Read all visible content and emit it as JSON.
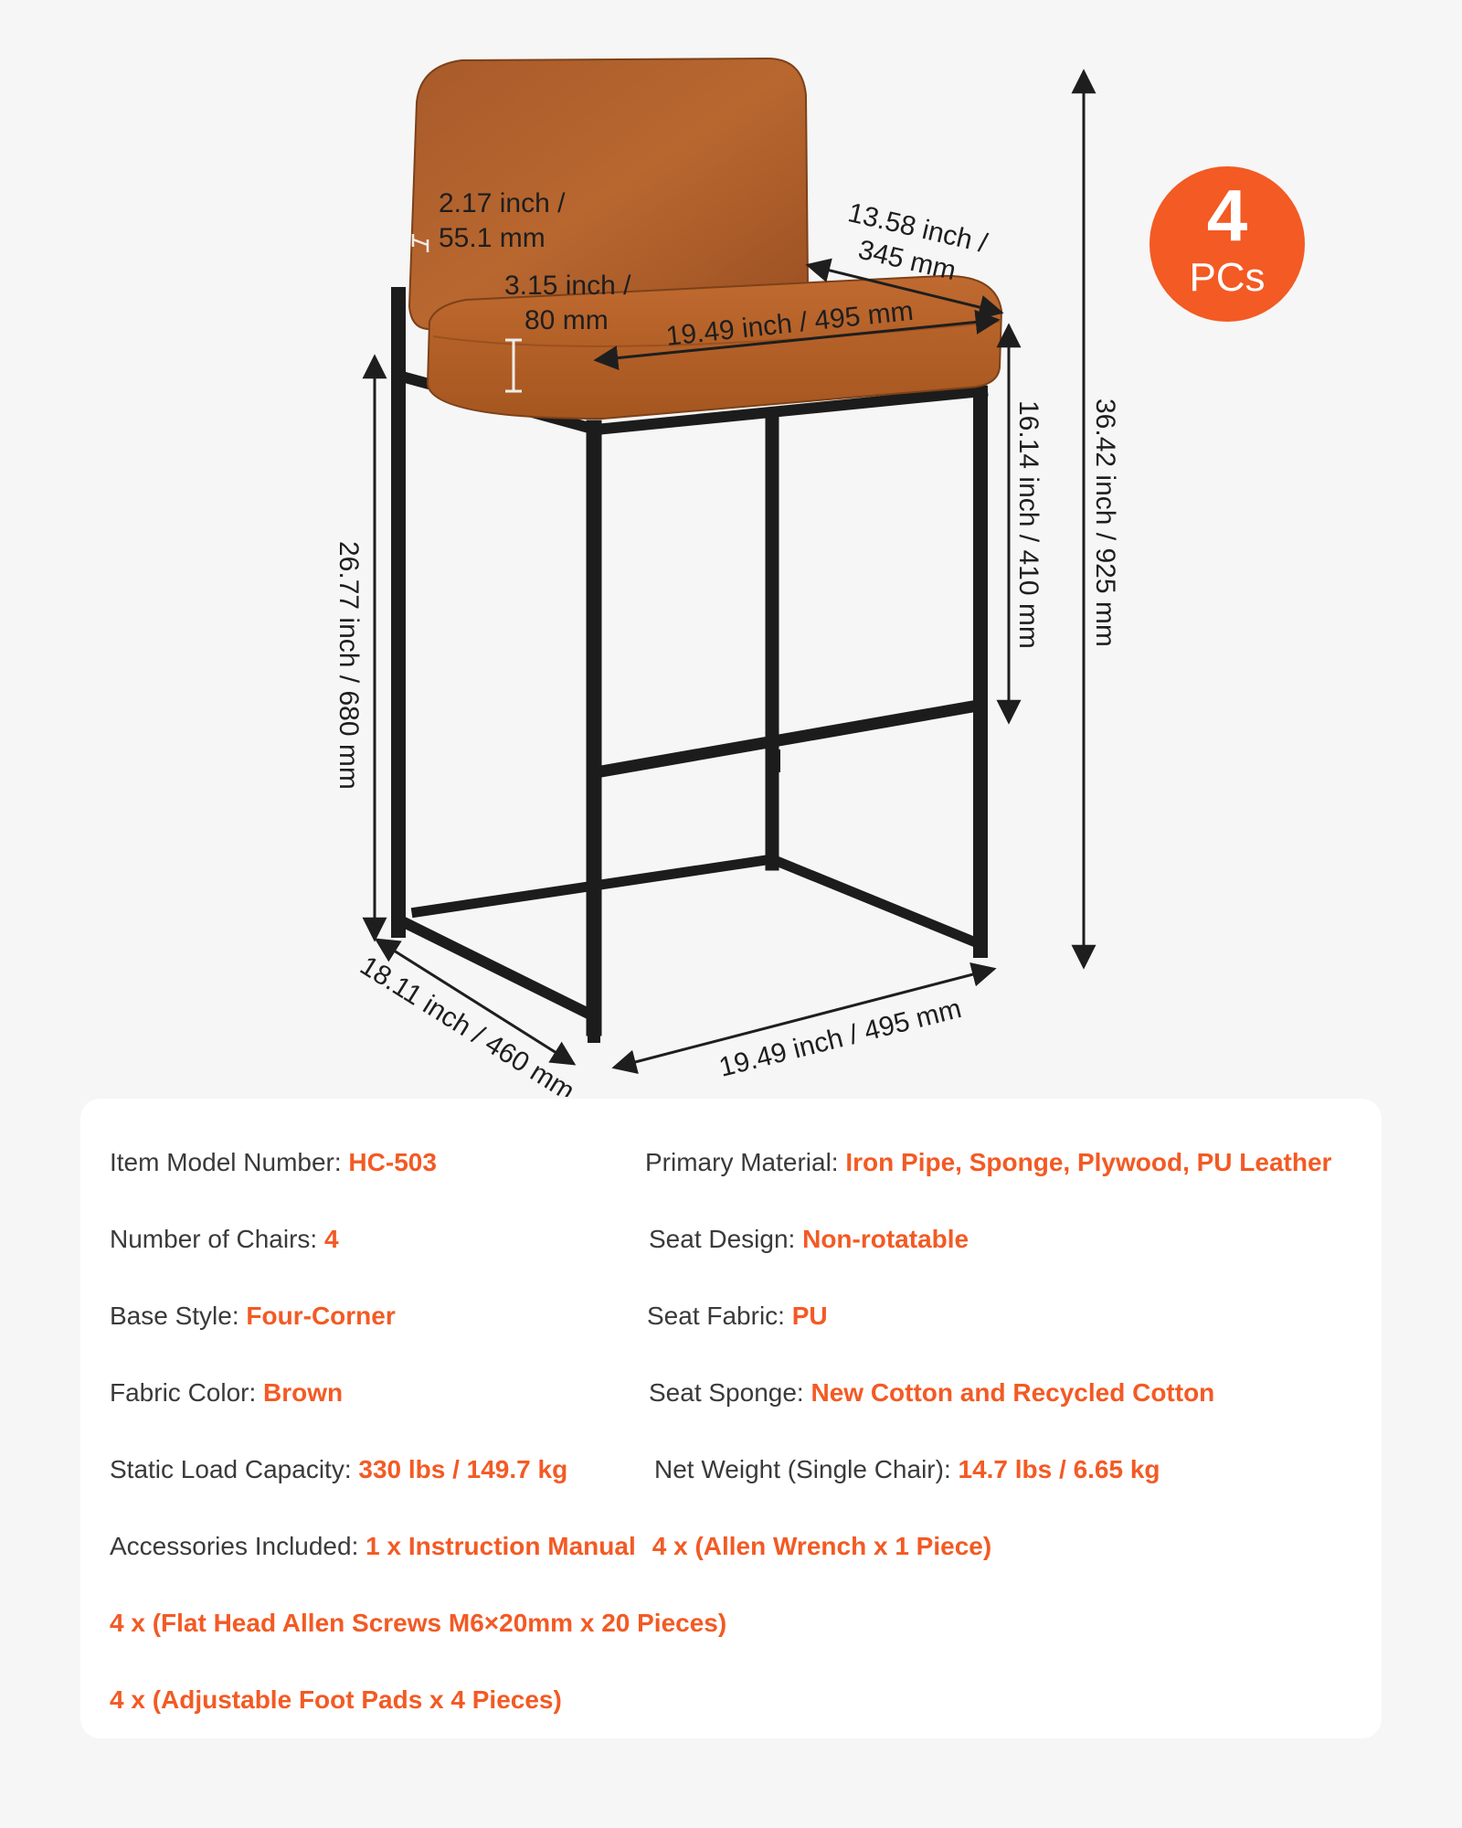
{
  "badge": {
    "count": "4",
    "unit": "PCs"
  },
  "dimensions": {
    "backrest_thickness": [
      "2.17 inch /",
      "55.1 mm"
    ],
    "seat_cushion_thickness": [
      "3.15 inch /",
      "80 mm"
    ],
    "seat_depth": [
      "13.58 inch /",
      "345 mm"
    ],
    "seat_width": "19.49 inch / 495 mm",
    "seat_to_footrest_height": "16.14 inch / 410 mm",
    "total_height": "36.42 inch / 925 mm",
    "seat_height": "26.77 inch / 680 mm",
    "base_depth": "18.11 inch / 460 mm",
    "base_width": "19.49 inch / 495 mm"
  },
  "specs": {
    "model": {
      "label": "Item Model Number: ",
      "value": "HC-503"
    },
    "material": {
      "label": "Primary Material: ",
      "value": "Iron Pipe, Sponge, Plywood, PU Leather"
    },
    "chairs": {
      "label": "Number of Chairs: ",
      "value": "4"
    },
    "seat_design": {
      "label": "Seat Design: ",
      "value": "Non-rotatable"
    },
    "base_style": {
      "label": "Base Style: ",
      "value": "Four-Corner"
    },
    "seat_fabric": {
      "label": "Seat Fabric: ",
      "value": "PU"
    },
    "fabric_color": {
      "label": "Fabric Color: ",
      "value": "Brown"
    },
    "seat_sponge": {
      "label": "Seat Sponge: ",
      "value": "New Cotton and Recycled Cotton"
    },
    "load": {
      "label": "Static Load Capacity: ",
      "value": "330 lbs / 149.7 kg"
    },
    "net_weight": {
      "label": "Net Weight (Single Chair): ",
      "value": "14.7 lbs / 6.65 kg"
    },
    "accessories": {
      "label": "Accessories Included: ",
      "items": [
        "1 x Instruction Manual",
        "4 x (Allen Wrench x 1 Piece)",
        "4 x (Flat Head Allen Screws M6×20mm x 20 Pieces)",
        "4 x (Adjustable Foot Pads x 4 Pieces)"
      ]
    }
  },
  "colors": {
    "accent": "#f35a24",
    "leather": "#b0602c",
    "frame": "#1c1c1c",
    "background": "#f6f6f6",
    "card": "#ffffff"
  }
}
